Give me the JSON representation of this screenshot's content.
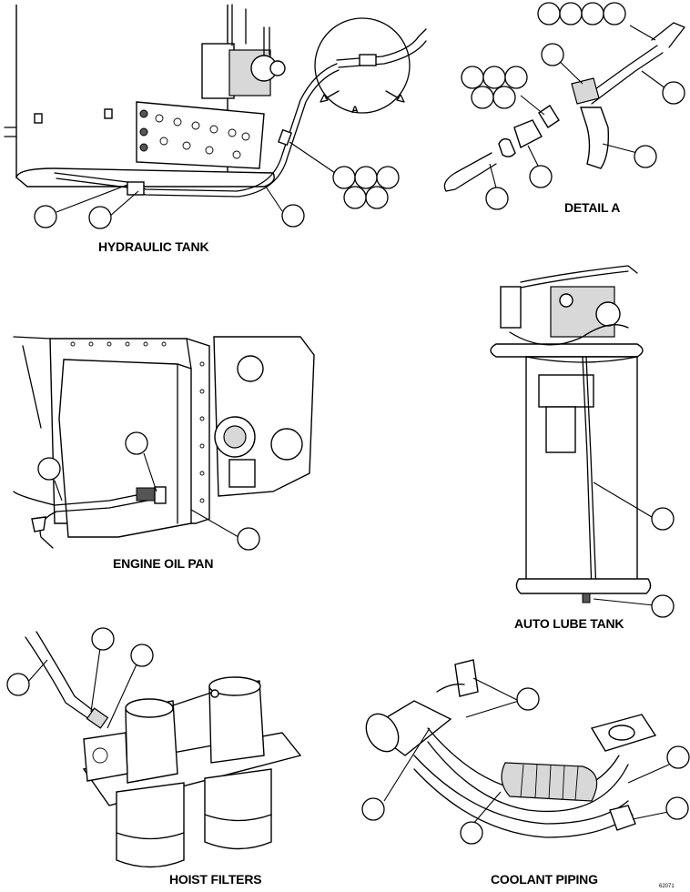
{
  "views": {
    "hydraulic_tank": {
      "label": "HYDRAULIC TANK",
      "detail_marker": "A"
    },
    "detail_a": {
      "label": "DETAIL A"
    },
    "engine_oil_pan": {
      "label": "ENGINE OIL PAN"
    },
    "auto_lube_tank": {
      "label": "AUTO LUBE TANK"
    },
    "hoist_filters": {
      "label": "HOIST FILTERS"
    },
    "coolant_piping": {
      "label": "COOLANT PIPING"
    }
  },
  "figure_number": "62071",
  "icons": {
    "callout": "empty-callout-balloon"
  }
}
